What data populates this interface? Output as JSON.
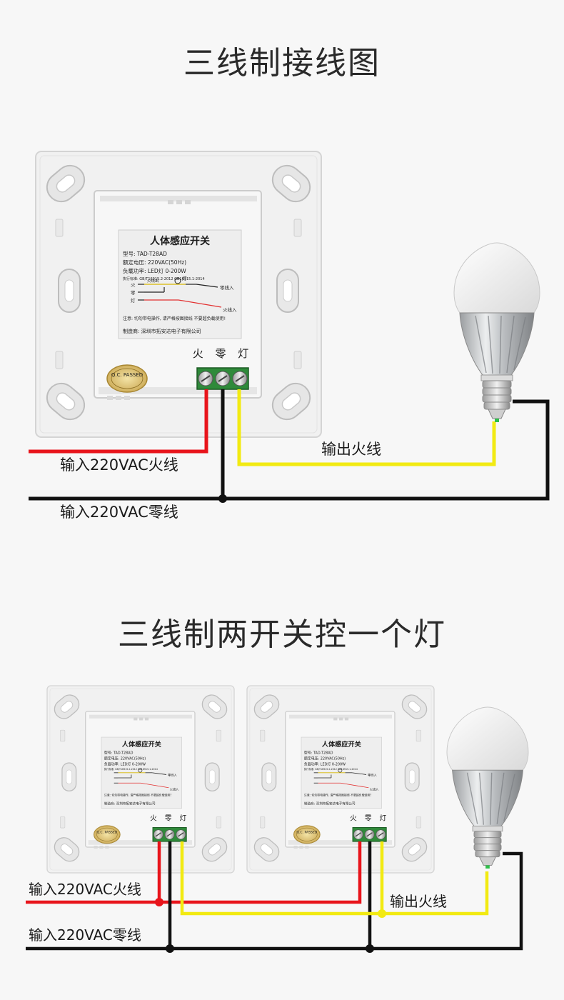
{
  "titles": {
    "top": "三线制接线图",
    "bottom": "三线制两开关控一个灯"
  },
  "module_label": {
    "name": "人体感应开关",
    "model": "型号: TAD-T28AD",
    "voltage": "额定电压: 220VAC(50Hz)",
    "power": "负载功率: LED灯 0-200W",
    "standard": "执行标准: GB/T16915.2-2012 GB16915.1-2014",
    "diagram_fire": "火",
    "diagram_zero": "零",
    "diagram_lamp": "灯",
    "diagram_fire_out": "火线出",
    "diagram_lamp_label": "灯",
    "diagram_zero_in": "零线入",
    "diagram_fire_in": "火线入",
    "warning": "注意: 切勿带电操作, 请严格按图接线 不要超负载使用!",
    "maker": "制造商: 深圳市拓安达电子有限公司",
    "terminals": "火 零 灯",
    "qc": "Q.C. PASSED"
  },
  "wire_labels": {
    "input_live": "输入220VAC火线",
    "input_neutral": "输入220VAC零线",
    "output_live": "输出火线"
  },
  "colors": {
    "live": "#e8141b",
    "neutral": "#111111",
    "output": "#f2ea12",
    "panel": "#f2f2f2",
    "title": "#2a2a2a"
  }
}
